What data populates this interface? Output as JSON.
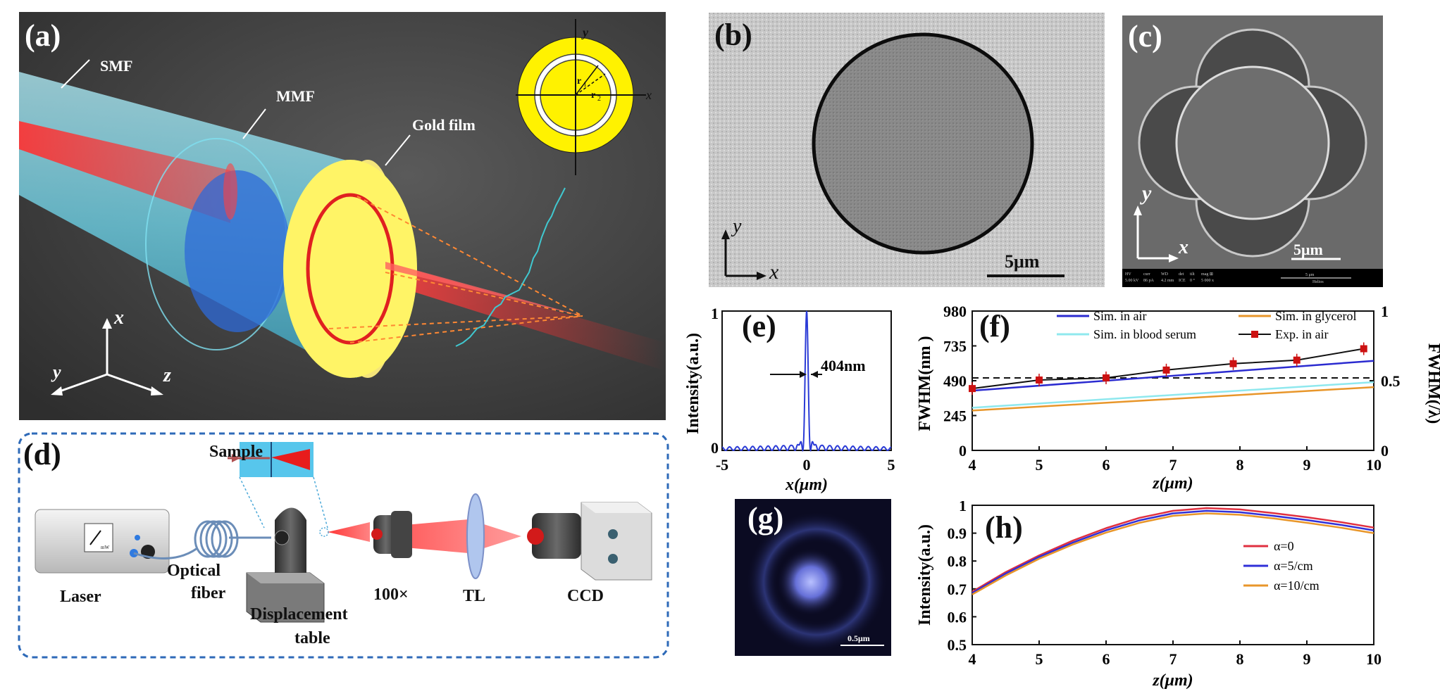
{
  "panel_labels": {
    "a": "(a)",
    "b": "(b)",
    "c": "(c)",
    "d": "(d)",
    "e": "(e)",
    "f": "(f)",
    "g": "(g)",
    "h": "(h)"
  },
  "panel_a": {
    "smf": "SMF",
    "mmf": "MMF",
    "gold": "Gold film",
    "inset": {
      "x": "x",
      "y": "y",
      "r1": "r",
      "r1_sub": "1",
      "r2": "r",
      "r2_sub": "2"
    },
    "axes": {
      "x": "x",
      "y": "y",
      "z": "z"
    }
  },
  "panel_b": {
    "x": "x",
    "y": "y",
    "scale": "5μm"
  },
  "panel_c": {
    "x": "x",
    "y": "y",
    "scale": "5μm",
    "scale_small": "5 μm",
    "info_headers": [
      "HV",
      "curr",
      "WD",
      "det",
      "tilt",
      "mag ⊞"
    ],
    "info_values": [
      "5.00 kV",
      "86 pA",
      "4.2 mm",
      "ICE",
      "0 °",
      "5 000 x"
    ],
    "brand": "Helios"
  },
  "panel_d": {
    "sample": "Sample",
    "laser": "Laser",
    "meter": "mW",
    "fiber_line1": "Optical",
    "fiber_line2": "fiber",
    "table_line1": "Displacement",
    "table_line2": "table",
    "objective": "100×",
    "tl": "TL",
    "ccd": "CCD"
  },
  "panel_g": {
    "scale": "0.5μm"
  },
  "chart_data": [
    {
      "panel": "e",
      "type": "line",
      "xlabel": "x(μm)",
      "ylabel": "Intensity(a.u.)",
      "xlim": [
        -5,
        5
      ],
      "ylim": [
        0,
        1
      ],
      "xticks": [
        "-5",
        "0",
        "5"
      ],
      "yticks": [
        "0",
        "1"
      ],
      "annotation": "404nm",
      "series": [
        {
          "color": "#2b3bd6",
          "function": "sinc2",
          "fwhm_um": 0.404
        }
      ]
    },
    {
      "panel": "f",
      "type": "line",
      "xlabel": "z(μm)",
      "ylabel": "FWHM(nm )",
      "y2label": "FWHM(/λ)",
      "xlim": [
        4,
        10
      ],
      "ylim": [
        0,
        980
      ],
      "y2lim": [
        0,
        1
      ],
      "xticks": [
        "4",
        "5",
        "6",
        "7",
        "8",
        "9",
        "10"
      ],
      "yticks": [
        "0",
        "245",
        "490",
        "735",
        "980"
      ],
      "y2ticks": [
        "0",
        "0.5",
        "1"
      ],
      "reference_line_y2": 0.52,
      "series": [
        {
          "name": "Sim. in air",
          "color": "#2b2bd0",
          "x": [
            4,
            10
          ],
          "y": [
            420,
            630
          ]
        },
        {
          "name": "Sim. in glycerol",
          "color": "#e8962a",
          "x": [
            4,
            10
          ],
          "y": [
            280,
            445
          ]
        },
        {
          "name": "Sim. in blood serum",
          "color": "#8fe8ee",
          "x": [
            4,
            10
          ],
          "y": [
            300,
            480
          ]
        },
        {
          "name": "Exp. in air",
          "color": "#111111",
          "marker": "#cc1111",
          "x": [
            4,
            5,
            6,
            6.9,
            7.9,
            8.85,
            9.85
          ],
          "y": [
            435,
            495,
            510,
            565,
            610,
            635,
            715
          ]
        }
      ]
    },
    {
      "panel": "h",
      "type": "line",
      "xlabel": "z(μm)",
      "ylabel": "Intensity(a.u.)",
      "xlim": [
        4,
        10
      ],
      "ylim": [
        0.5,
        1
      ],
      "xticks": [
        "4",
        "5",
        "6",
        "7",
        "8",
        "9",
        "10"
      ],
      "yticks": [
        "0.5",
        "0.6",
        "0.7",
        "0.8",
        "0.9",
        "1"
      ],
      "series": [
        {
          "name": "α=0",
          "color": "#e03040",
          "x": [
            4,
            4.5,
            5,
            5.5,
            6,
            6.5,
            7,
            7.5,
            8,
            8.5,
            9,
            9.5,
            10
          ],
          "y": [
            0.69,
            0.76,
            0.82,
            0.873,
            0.918,
            0.955,
            0.98,
            0.99,
            0.985,
            0.972,
            0.957,
            0.94,
            0.92
          ]
        },
        {
          "name": "α=5/cm",
          "color": "#3030d8",
          "x": [
            4,
            4.5,
            5,
            5.5,
            6,
            6.5,
            7,
            7.5,
            8,
            8.5,
            9,
            9.5,
            10
          ],
          "y": [
            0.685,
            0.755,
            0.815,
            0.866,
            0.91,
            0.946,
            0.971,
            0.98,
            0.975,
            0.962,
            0.947,
            0.93,
            0.91
          ]
        },
        {
          "name": "α=10/cm",
          "color": "#e8962a",
          "x": [
            4,
            4.5,
            5,
            5.5,
            6,
            6.5,
            7,
            7.5,
            8,
            8.5,
            9,
            9.5,
            10
          ],
          "y": [
            0.68,
            0.748,
            0.808,
            0.859,
            0.902,
            0.937,
            0.962,
            0.971,
            0.966,
            0.953,
            0.937,
            0.92,
            0.9
          ]
        }
      ]
    }
  ]
}
